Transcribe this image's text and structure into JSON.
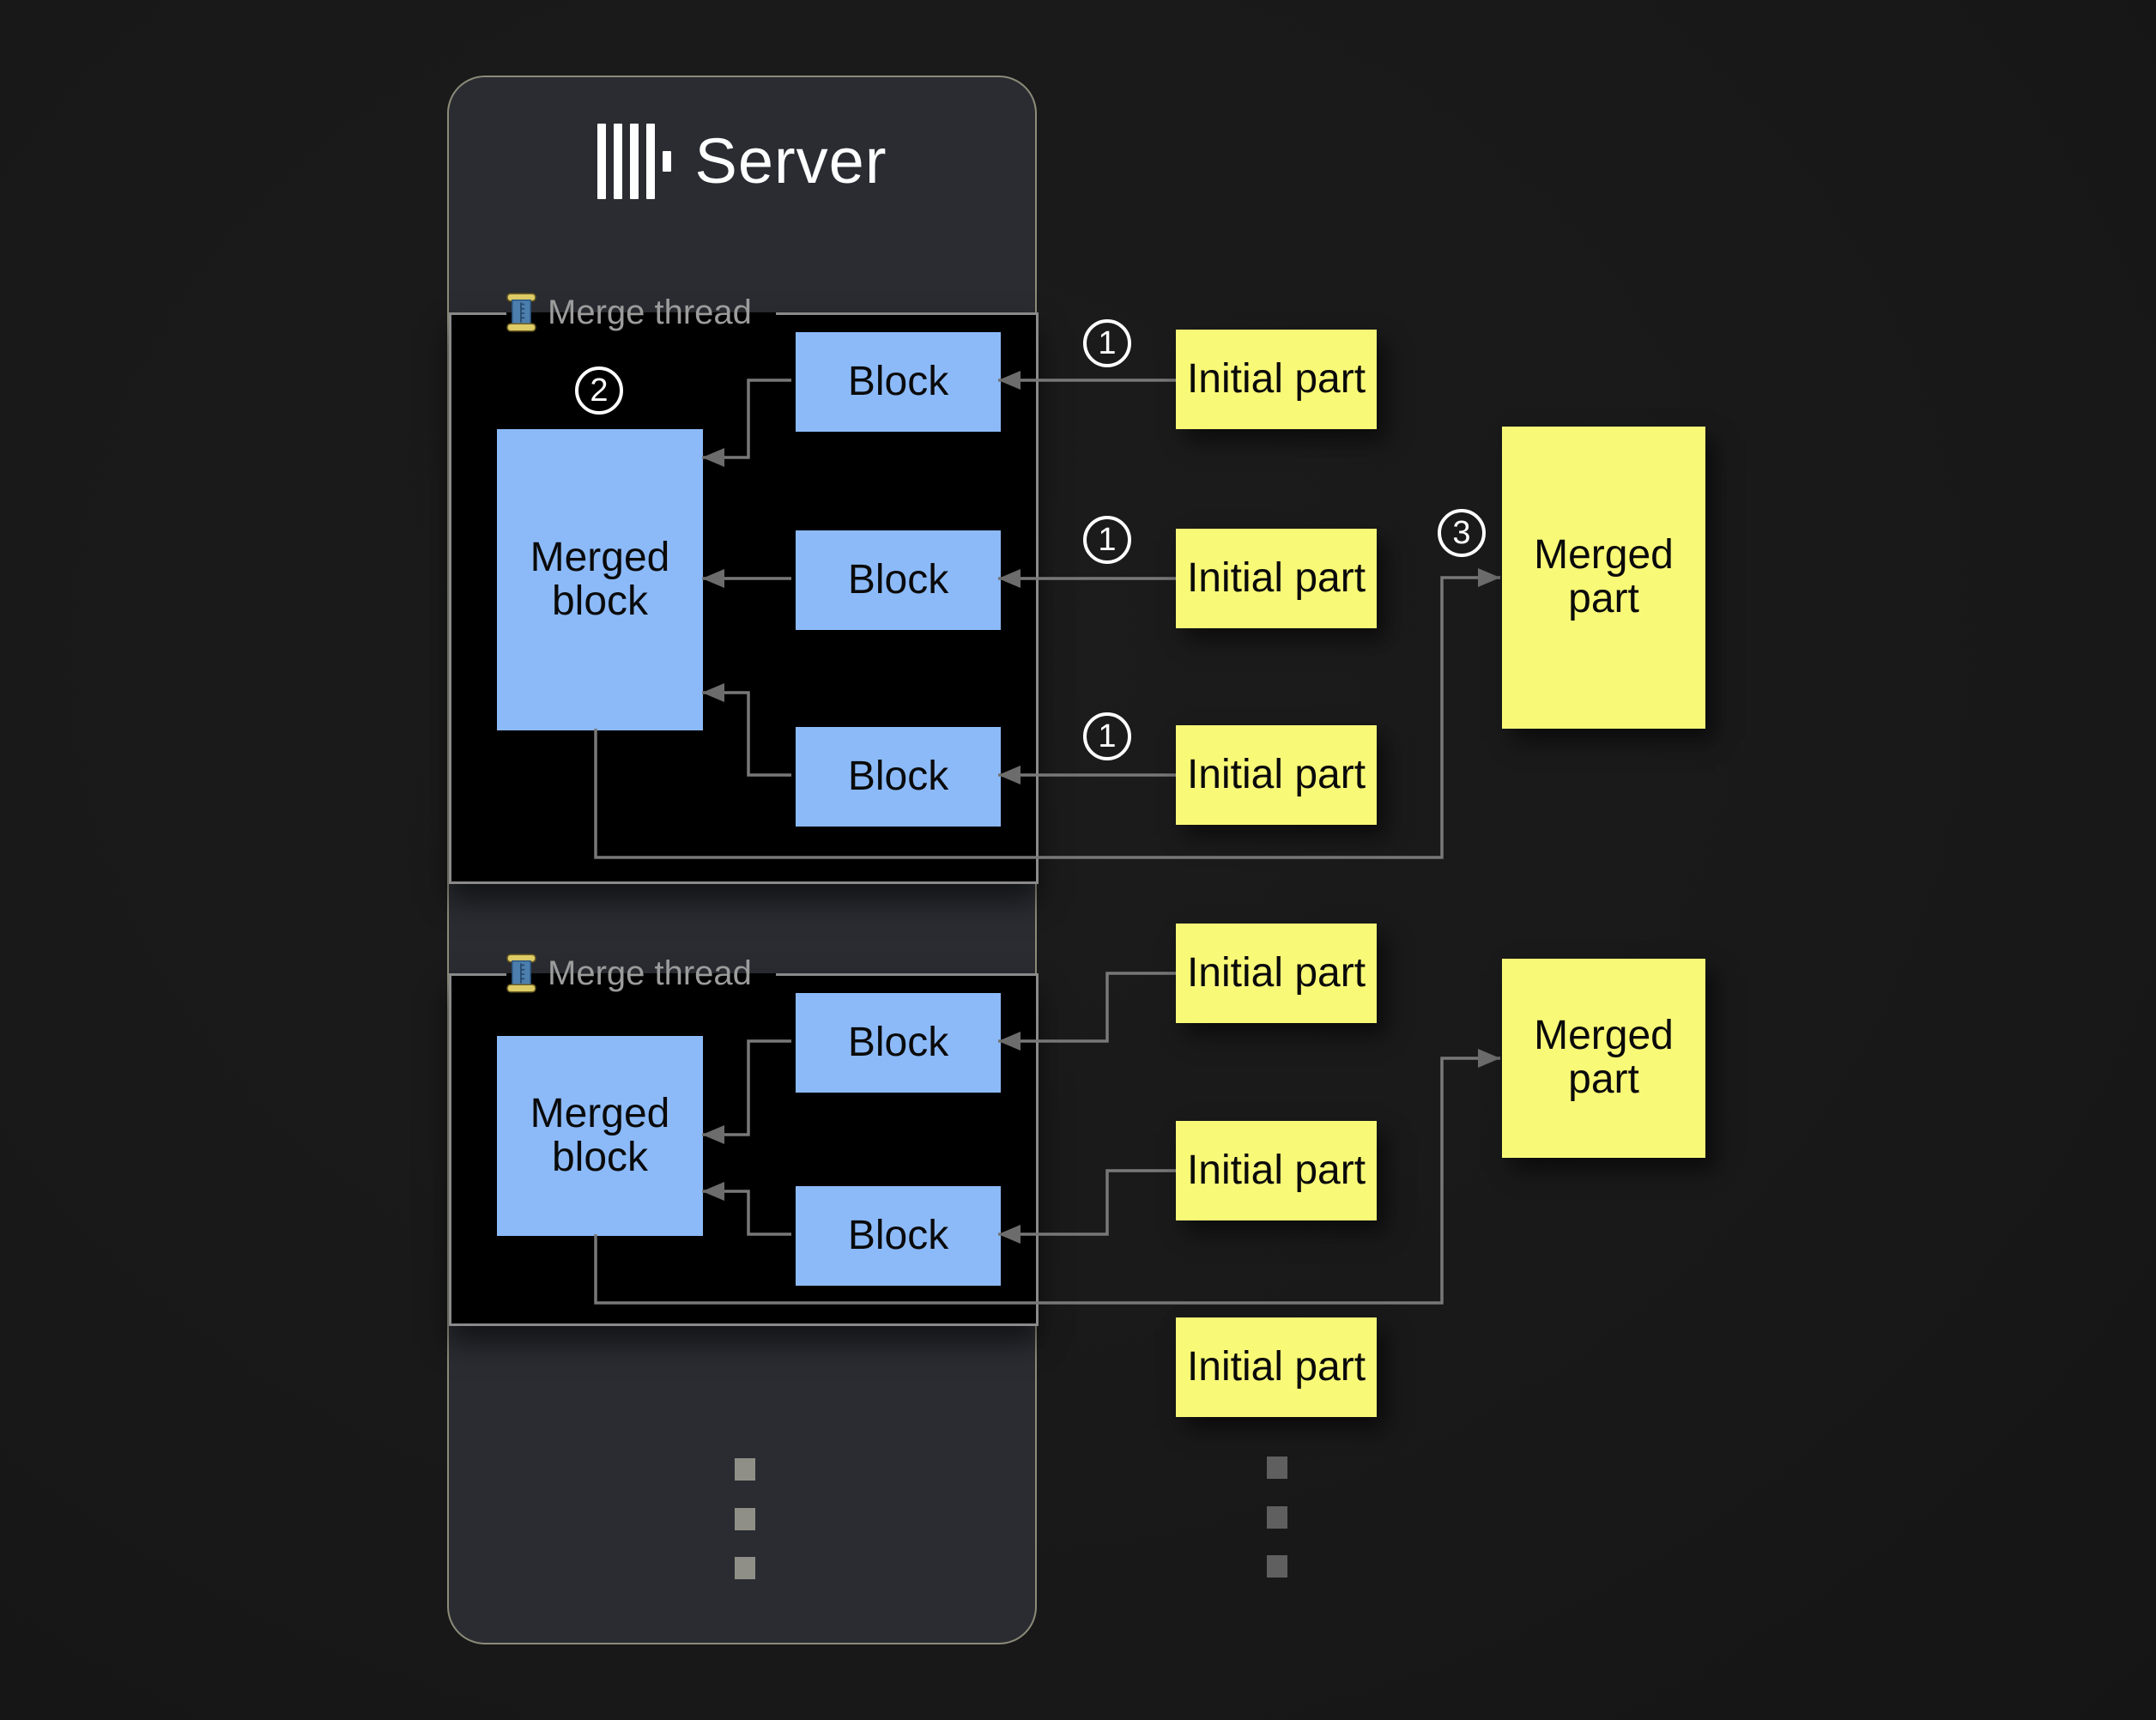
{
  "colors": {
    "background": "#191919",
    "server_panel": "#2a2c32",
    "server_panel_border": "#8d8b79",
    "merge_thread_bg": "#000000",
    "merge_thread_border": "#8a8a8a",
    "block_fill": "#8cbaf8",
    "part_fill": "#f9f978",
    "wire": "#787878",
    "thread_label_color": "#9c9c9c",
    "title_color": "#ffffff"
  },
  "server": {
    "title": "Server",
    "logo_icon": "clickhouse-logo"
  },
  "merge_threads": [
    {
      "label": "Merge thread",
      "icon": "thread-spool-icon",
      "step_badge": "2",
      "merged_block": {
        "label": "Merged block"
      },
      "blocks": [
        {
          "label": "Block"
        },
        {
          "label": "Block"
        },
        {
          "label": "Block"
        }
      ]
    },
    {
      "label": "Merge thread",
      "icon": "thread-spool-icon",
      "merged_block": {
        "label": "Merged block"
      },
      "blocks": [
        {
          "label": "Block"
        },
        {
          "label": "Block"
        }
      ]
    }
  ],
  "initial_parts": [
    {
      "label": "Initial part",
      "badge": "1"
    },
    {
      "label": "Initial part",
      "badge": "1"
    },
    {
      "label": "Initial part",
      "badge": "1"
    },
    {
      "label": "Initial part"
    },
    {
      "label": "Initial part"
    },
    {
      "label": "Initial part"
    }
  ],
  "merged_parts": [
    {
      "label": "Merged part",
      "badge": "3"
    },
    {
      "label": "Merged part"
    }
  ]
}
